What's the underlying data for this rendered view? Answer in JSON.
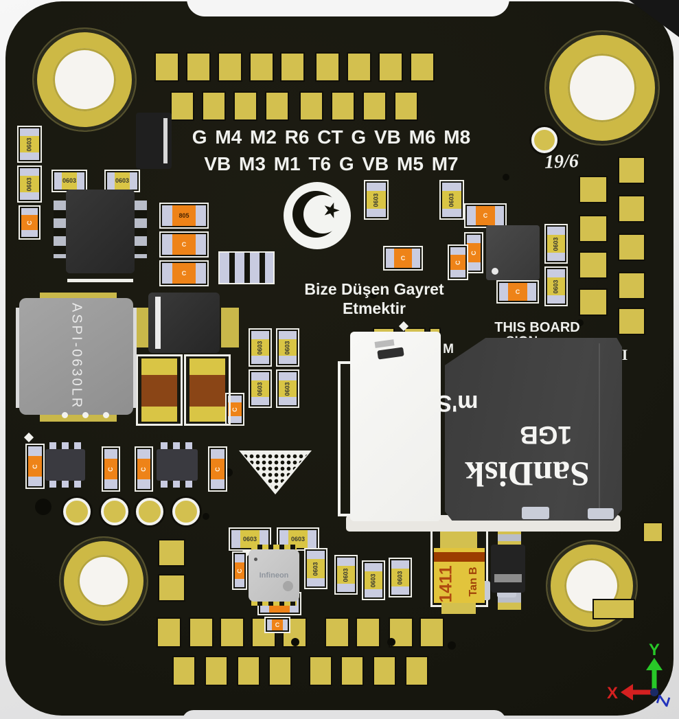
{
  "colors": {
    "board": "#181810",
    "pad_gold": "#d3c04f",
    "silkscreen": "#f0f1ee",
    "component_orange": "#ee8318",
    "sd_card_body": "#414141",
    "axis_x": "#d42020",
    "axis_y": "#28c828",
    "axis_z": "#2233bb"
  },
  "silkscreen": {
    "pin_row_top": "G M4 M2 R6 CT G VB M6 M8",
    "pin_row_bottom": "VB M3 M1 T6 G VB M5 M7",
    "date_code": "19/6",
    "motto_line1": "Bize Düşen Gayret",
    "motto_line2": "Etmektir",
    "board_text_line1": "THIS BOARD",
    "board_text_line2": "SIGN",
    "partial_letter_m": "M",
    "partial_letter_right": "I"
  },
  "components": {
    "inductor_label": "ASPI-0630LR",
    "mcu_brand": "Infineon",
    "tantalum_line1": "1411",
    "tantalum_line2": "Tan B",
    "resistor_label_0603": "0603",
    "resistor_label_805": "805",
    "cap_label_c": "C"
  },
  "sd_card": {
    "brand": "SanDisk",
    "capacity": "1GB",
    "logo": "m'S"
  },
  "axis": {
    "x": "X",
    "y": "Y",
    "z": "Z"
  }
}
